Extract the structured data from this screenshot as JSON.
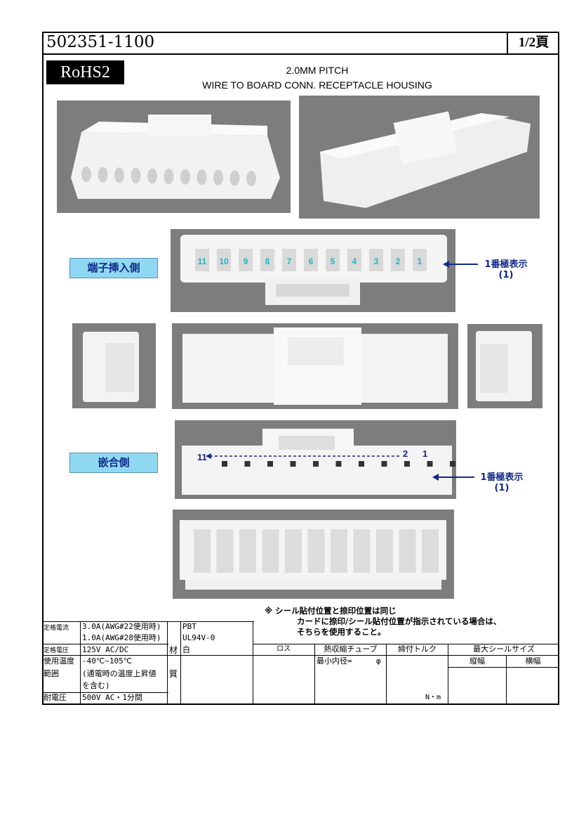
{
  "header": {
    "part_number": "502351-1100",
    "page": "1/2頁"
  },
  "rohs_badge": "RoHS2",
  "title": {
    "line1": "2.0MM PITCH",
    "line2": "WIRE TO BOARD CONN. RECEPTACLE HOUSING"
  },
  "terminal_side": {
    "label": "端子挿入側",
    "pin_numbers": [
      "11",
      "10",
      "9",
      "8",
      "7",
      "6",
      "5",
      "4",
      "3",
      "2",
      "1"
    ],
    "pin1_note_line1": "1番極表示",
    "pin1_note_line2": "(1)"
  },
  "mating_side": {
    "label": "嵌合側",
    "mark_11": "11",
    "mark_2": "2",
    "mark_1": "1",
    "pin1_note_line1": "1番極表示",
    "pin1_note_line2": "(1)"
  },
  "notes": {
    "line1": "※ シール貼付位置と捺印位置は同じ",
    "line2": "カードに捺印/シール貼付位置が指示されている場合は、",
    "line3": "そちらを使用すること。"
  },
  "specs": {
    "rated_current_label": "定格電流",
    "rated_current_1": "3.0A(AWG#22使用時)",
    "rated_current_2": "1.0A(AWG#28使用時)",
    "rated_voltage_label": "定格電圧",
    "rated_voltage": "125V AC/DC",
    "temp_label_1": "使用温度",
    "temp_label_2": "範囲",
    "temp_1": "-40℃~105℃",
    "temp_2": "(通電時の温度上昇値",
    "temp_3": "を含む)",
    "withstand_label": "耐電圧",
    "withstand": "500V AC・1分間",
    "material_label_1": "材",
    "material_label_2": "質",
    "material_1": "PBT",
    "material_2": "UL94V-0",
    "material_3": "白"
  },
  "right_table": {
    "col_lot": "ロス",
    "col_tube": "熱収縮チューブ",
    "tube_min": "最小内径=",
    "tube_unit": "φ",
    "col_torque": "締付トルク",
    "torque_unit": "N・m",
    "col_seal": "最大シールサイズ",
    "seal_vertical": "縦幅",
    "seal_horizontal": "横幅"
  }
}
